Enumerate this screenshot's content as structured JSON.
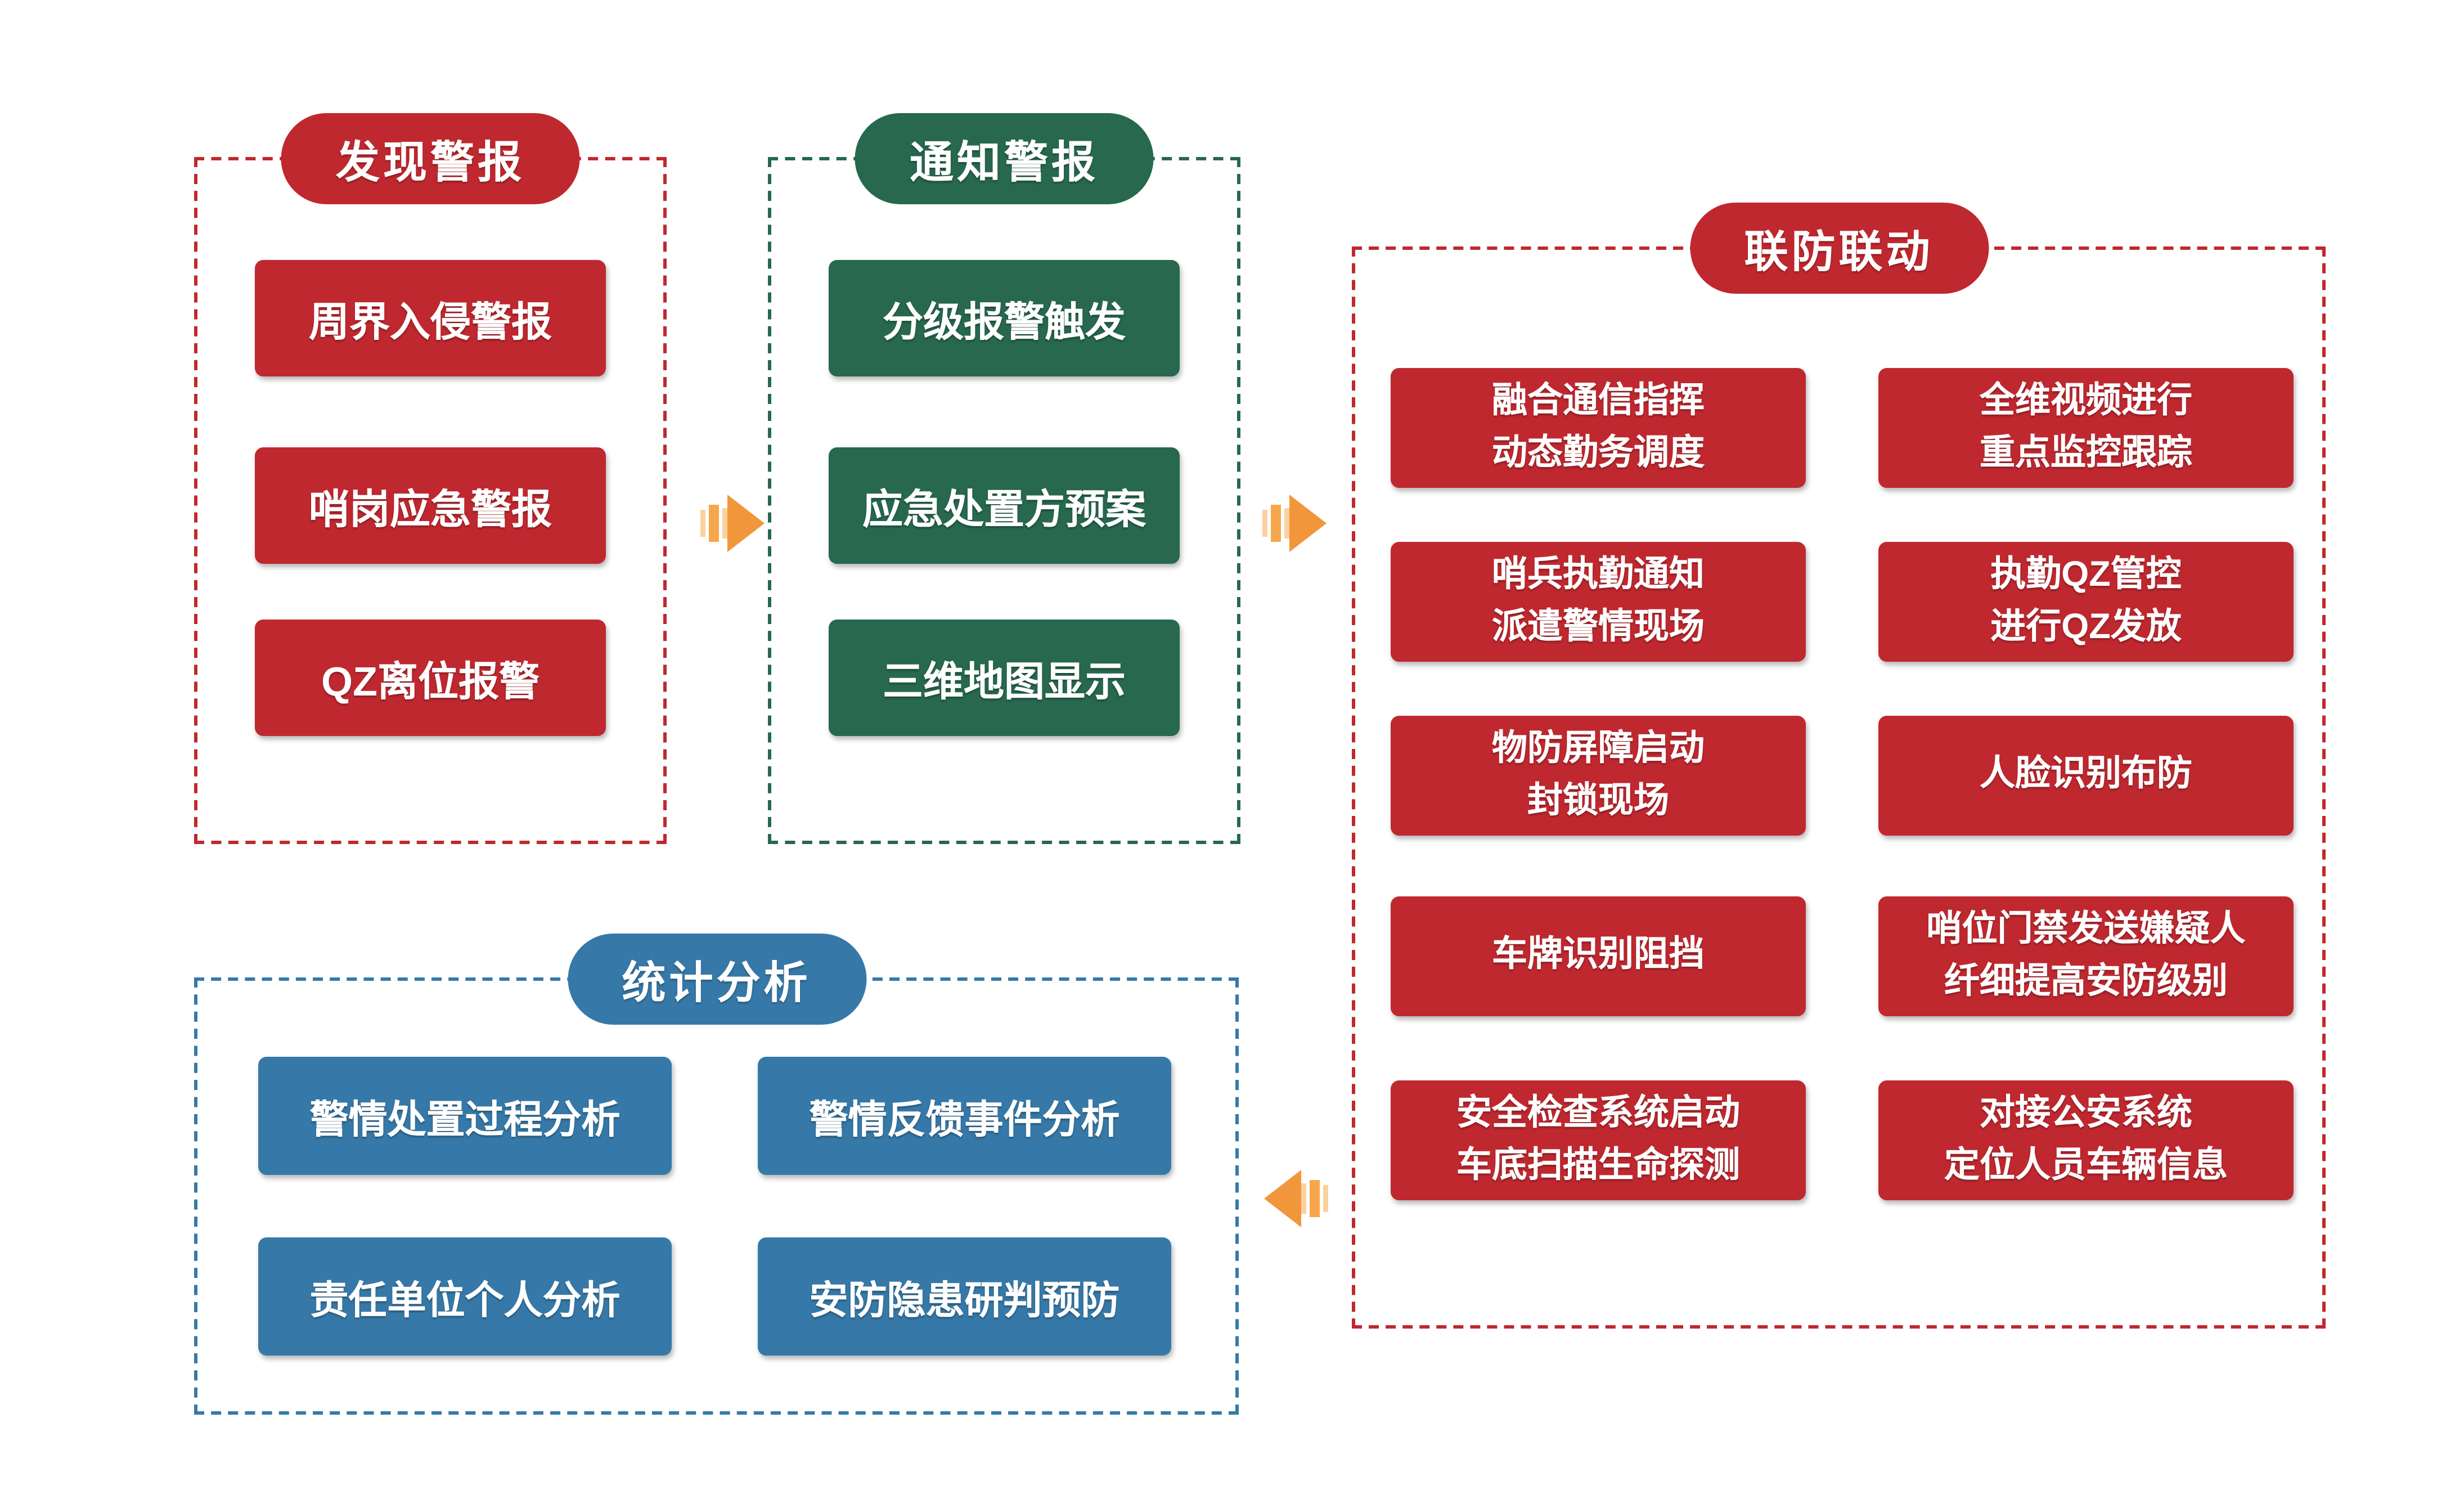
{
  "diagram": {
    "background": "#ffffff",
    "colors": {
      "red": "#c0282f",
      "green": "#27684f",
      "blue": "#3679a8",
      "arrow_orange": "#f2963b"
    },
    "panels": {
      "discover": {
        "title": "发现警报",
        "items": [
          {
            "line1": "周界入侵警报"
          },
          {
            "line1": "哨岗应急警报"
          },
          {
            "line1": "QZ离位报警"
          }
        ]
      },
      "notify": {
        "title": "通知警报",
        "items": [
          {
            "line1": "分级报警触发"
          },
          {
            "line1": "应急处置方预案"
          },
          {
            "line1": "三维地图显示"
          }
        ]
      },
      "linkage": {
        "title": "联防联动",
        "items": [
          {
            "line1": "融合通信指挥",
            "line2": "动态勤务调度"
          },
          {
            "line1": "全维视频进行",
            "line2": "重点监控跟踪"
          },
          {
            "line1": "哨兵执勤通知",
            "line2": "派遣警情现场"
          },
          {
            "line1": "执勤QZ管控",
            "line2": "进行QZ发放"
          },
          {
            "line1": "物防屏障启动",
            "line2": "封锁现场"
          },
          {
            "line1": "人脸识别布防"
          },
          {
            "line1": "车牌识别阻挡"
          },
          {
            "line1": "哨位门禁发送嫌疑人",
            "line2": "纤细提高安防级别"
          },
          {
            "line1": "安全检查系统启动",
            "line2": "车底扫描生命探测"
          },
          {
            "line1": "对接公安系统",
            "line2": "定位人员车辆信息"
          }
        ]
      },
      "stats": {
        "title": "统计分析",
        "items": [
          {
            "line1": "警情处置过程分析"
          },
          {
            "line1": "警情反馈事件分析"
          },
          {
            "line1": "责任单位个人分析"
          },
          {
            "line1": "安防隐患研判预防"
          }
        ]
      }
    }
  }
}
